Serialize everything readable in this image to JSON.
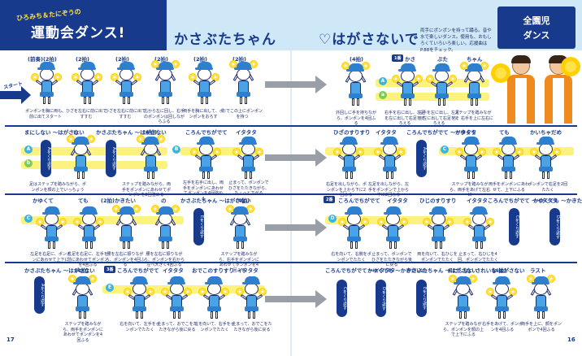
{
  "header": {
    "brand_small": "ひろみち＆たにぞうの",
    "brand_large": "運動会ダンス!",
    "title_left": "かさぶたちゃん",
    "title_right": "♡はがさないで",
    "note": "両手にポンポンを持って踊る。音や水で楽しいダンス。使用も、おもしろくていろいろ楽しい。応援曲はP.88をチェック。",
    "tag_line1": "全園児",
    "tag_line2": "ダンス"
  },
  "start_label": "スタート",
  "row1": {
    "beats_left": [
      "(前奏)(2拍)",
      "(2拍)",
      "(2拍)",
      "(2拍)",
      "(2拍)",
      "(2拍)"
    ],
    "captions_left": [
      "ポンポンを胸に両も、前に出てスタート",
      "ひざを左右に前に出てすすむ",
      "ひざを左右に前に出てすすむ",
      "右から左に回し、右手のポンポンは回しながらふる",
      "両手を胸に出して、ポンポンをおろす",
      "おでこの上にポンポンを持つ"
    ],
    "beats_right": [
      "(4拍)",
      "かさ",
      "ぶた",
      "ちゃん"
    ],
    "captions_right": [
      "外回しに手を持ちながら、ポンポンを4回ふる",
      "右手を右に出し、左足を左に出して右足をそろえる",
      "左手を左に出し、左足を左に出して右足をそろえる",
      "ステップを踏みながら、右手を上に左右に"
    ]
  },
  "row2": {
    "beats_left": [
      "まにしない ～はがさない",
      "い",
      "かさぶたちゃん ～はがさない",
      "(4拍)",
      "ころんでちがでて",
      "イタタタ"
    ],
    "pill_left": "Aをくり返す",
    "captions_left": [
      "足はステップを踏みながら、ポンポンを顔の上でいっちょう",
      "ステップを踏みながら、両手をポンポンにあわせてポンポンを2回強める",
      "左手を右手に出し、両手をポンポンにあわせてポンポンを4回強める",
      "止まって、ポンポンでひざをたたきながら、ちょっと下がる"
    ],
    "beats_right": [
      "ひざのすりすり",
      "イタタタ",
      "ころんでちがでて ～イタタタ",
      "かゆくて",
      "ても",
      "かいちゃだめ"
    ],
    "pill_right": "Aをくり返す",
    "captions_right": [
      "右足を出しながら、ポンポンを上から下に2回ふる",
      "左足を出しながら、左手をポンポンで上から下に2回ふる",
      "ステップを踏みながら、両手をあげて左右に",
      "両手をポンポンにあわせて、上下にふる",
      "ポンポンで右足を2回たたく"
    ]
  },
  "row3": {
    "beats_left": [
      "かゆくて",
      "ても",
      "(2拍)かきたい",
      "の",
      "かさぶたちゃん ～はがさない",
      "(4拍)"
    ],
    "pill_left": "Eをくり返す",
    "captions_left": [
      "左足を右足に、ポンポンにあわせて上下に",
      "左足を右足に、左手を前にあわせてポンポンを4回ふる",
      "腰を左右に振りながら、ポンポンを4回ふる",
      "腰を左右に振りながら、ポンポンを右から左へ大きく4回ふる",
      "ステップを踏みながら、右手をポンポンにあわせてポンポンを4回ふる"
    ],
    "chip_right": "2番",
    "beats_right": [
      "ころんでちがでて",
      "イタタタ",
      "ひじのすりすり",
      "イタタタ",
      "ころんでちがでて ～イタタタ",
      "かゆくても ～かきたいの"
    ],
    "pill_right_1": "Cをくり返す",
    "pill_right_2": "Dをくり返す",
    "captions_right": [
      "右を向いて、右腕をポンポンでたたく",
      "止まって、ポンポンでひざをたたきながら後に戻る",
      "両を向いて、右ひじをポンポンでたたく",
      "止まって、右ひじを4回、ポンポンでたたく"
    ]
  },
  "row4": {
    "beats_left": [
      "かさぶたちゃん ～はがさない",
      "(4拍)",
      "ころんでちがでて",
      "イタタタ",
      "おでこのすりすり",
      "イタタタ"
    ],
    "chip_left": "3番",
    "pill_left": "Aをくり返す",
    "captions_left": [
      "ステップを踏みながら、両手をポンポンにあわせてポンポンを4回ふる",
      "右を向いて、左手をポンポンでたたく",
      "止まって、おでこをたたきながら後に戻る",
      "左を向いて、右手をポンポンでたたく",
      "止まって、おでこをたたきながら後に戻る"
    ],
    "beats_right": [
      "ころんでちがでて ～イタタタ",
      "かゆくても ～かきたいの",
      "かさぶたちゃん ～はがさない",
      "まにしない されいな はがさない",
      "(4拍)",
      "ラスト"
    ],
    "pill_right_1": "Cをくり返す",
    "pill_right_2": "Dをくり返す",
    "pill_right_3": "Eをくり返す",
    "captions_right": [
      "ステップを踏みながら、ポンポンを顔の上で上下にふる",
      "右手をあげて、ポンポンを4回ふる",
      "両手を上に、顔をポンポンで4回ふる"
    ]
  },
  "page_left": "17",
  "page_right": "16",
  "colors": {
    "navy": "#173a8c",
    "sky": "#cfe8f7",
    "highlight": "#fdf27d",
    "arrow": "#9a9ea6"
  }
}
